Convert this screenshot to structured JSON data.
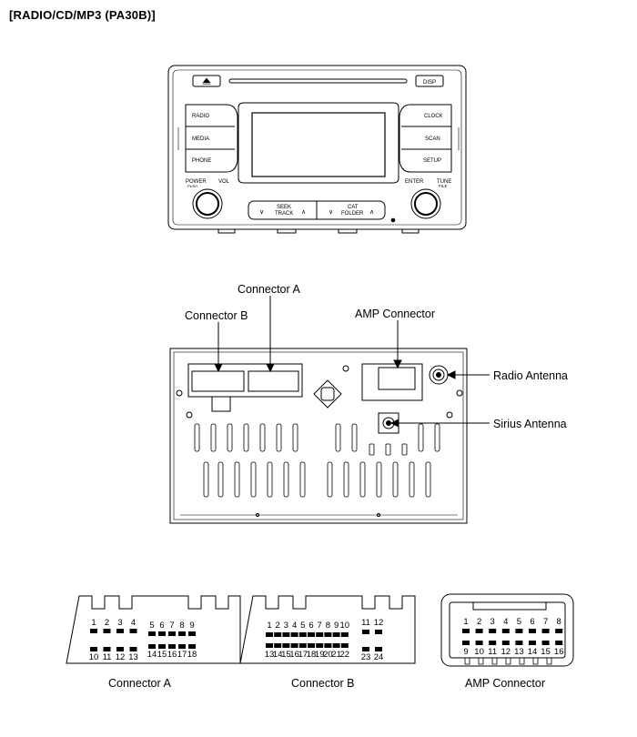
{
  "title": "[RADIO/CD/MP3 (PA30B)]",
  "radio_front": {
    "eject_icon": "eject-icon",
    "disp": "DISP",
    "left_buttons": [
      "RADIO",
      "MEDIA",
      "PHONE"
    ],
    "right_buttons": [
      "CLOCK",
      "SCAN",
      "SETUP"
    ],
    "power": "POWER",
    "push": "PUSH",
    "vol": "VOL",
    "enter": "ENTER",
    "tune": "TUNE",
    "file": "FILE",
    "seek": "SEEK",
    "track": "TRACK",
    "cat": "CAT",
    "folder": "FOLDER"
  },
  "rear": {
    "connector_a": "Connector A",
    "connector_b": "Connector B",
    "amp_connector": "AMP Connector",
    "radio_antenna": "Radio Antenna",
    "sirius_antenna": "Sirius Antenna"
  },
  "pinouts": {
    "connector_a": {
      "caption": "Connector A",
      "top_left": [
        "1",
        "2",
        "3",
        "4"
      ],
      "top_right": [
        "5",
        "6",
        "7",
        "8",
        "9"
      ],
      "bottom_left": [
        "10",
        "11",
        "12",
        "13"
      ],
      "bottom_right": [
        "14",
        "15",
        "16",
        "17",
        "18"
      ]
    },
    "connector_b": {
      "caption": "Connector B",
      "top_left": [
        "1",
        "2",
        "3",
        "4",
        "5",
        "6",
        "7",
        "8",
        "9",
        "10"
      ],
      "top_right": [
        "11",
        "12"
      ],
      "bottom_left": [
        "13",
        "14",
        "15",
        "16",
        "17",
        "18",
        "19",
        "20",
        "21",
        "22"
      ],
      "bottom_right": [
        "23",
        "24"
      ]
    },
    "amp_connector": {
      "caption": "AMP Connector",
      "top": [
        "1",
        "2",
        "3",
        "4",
        "5",
        "6",
        "7",
        "8"
      ],
      "bottom": [
        "9",
        "10",
        "11",
        "12",
        "13",
        "14",
        "15",
        "16"
      ]
    }
  }
}
